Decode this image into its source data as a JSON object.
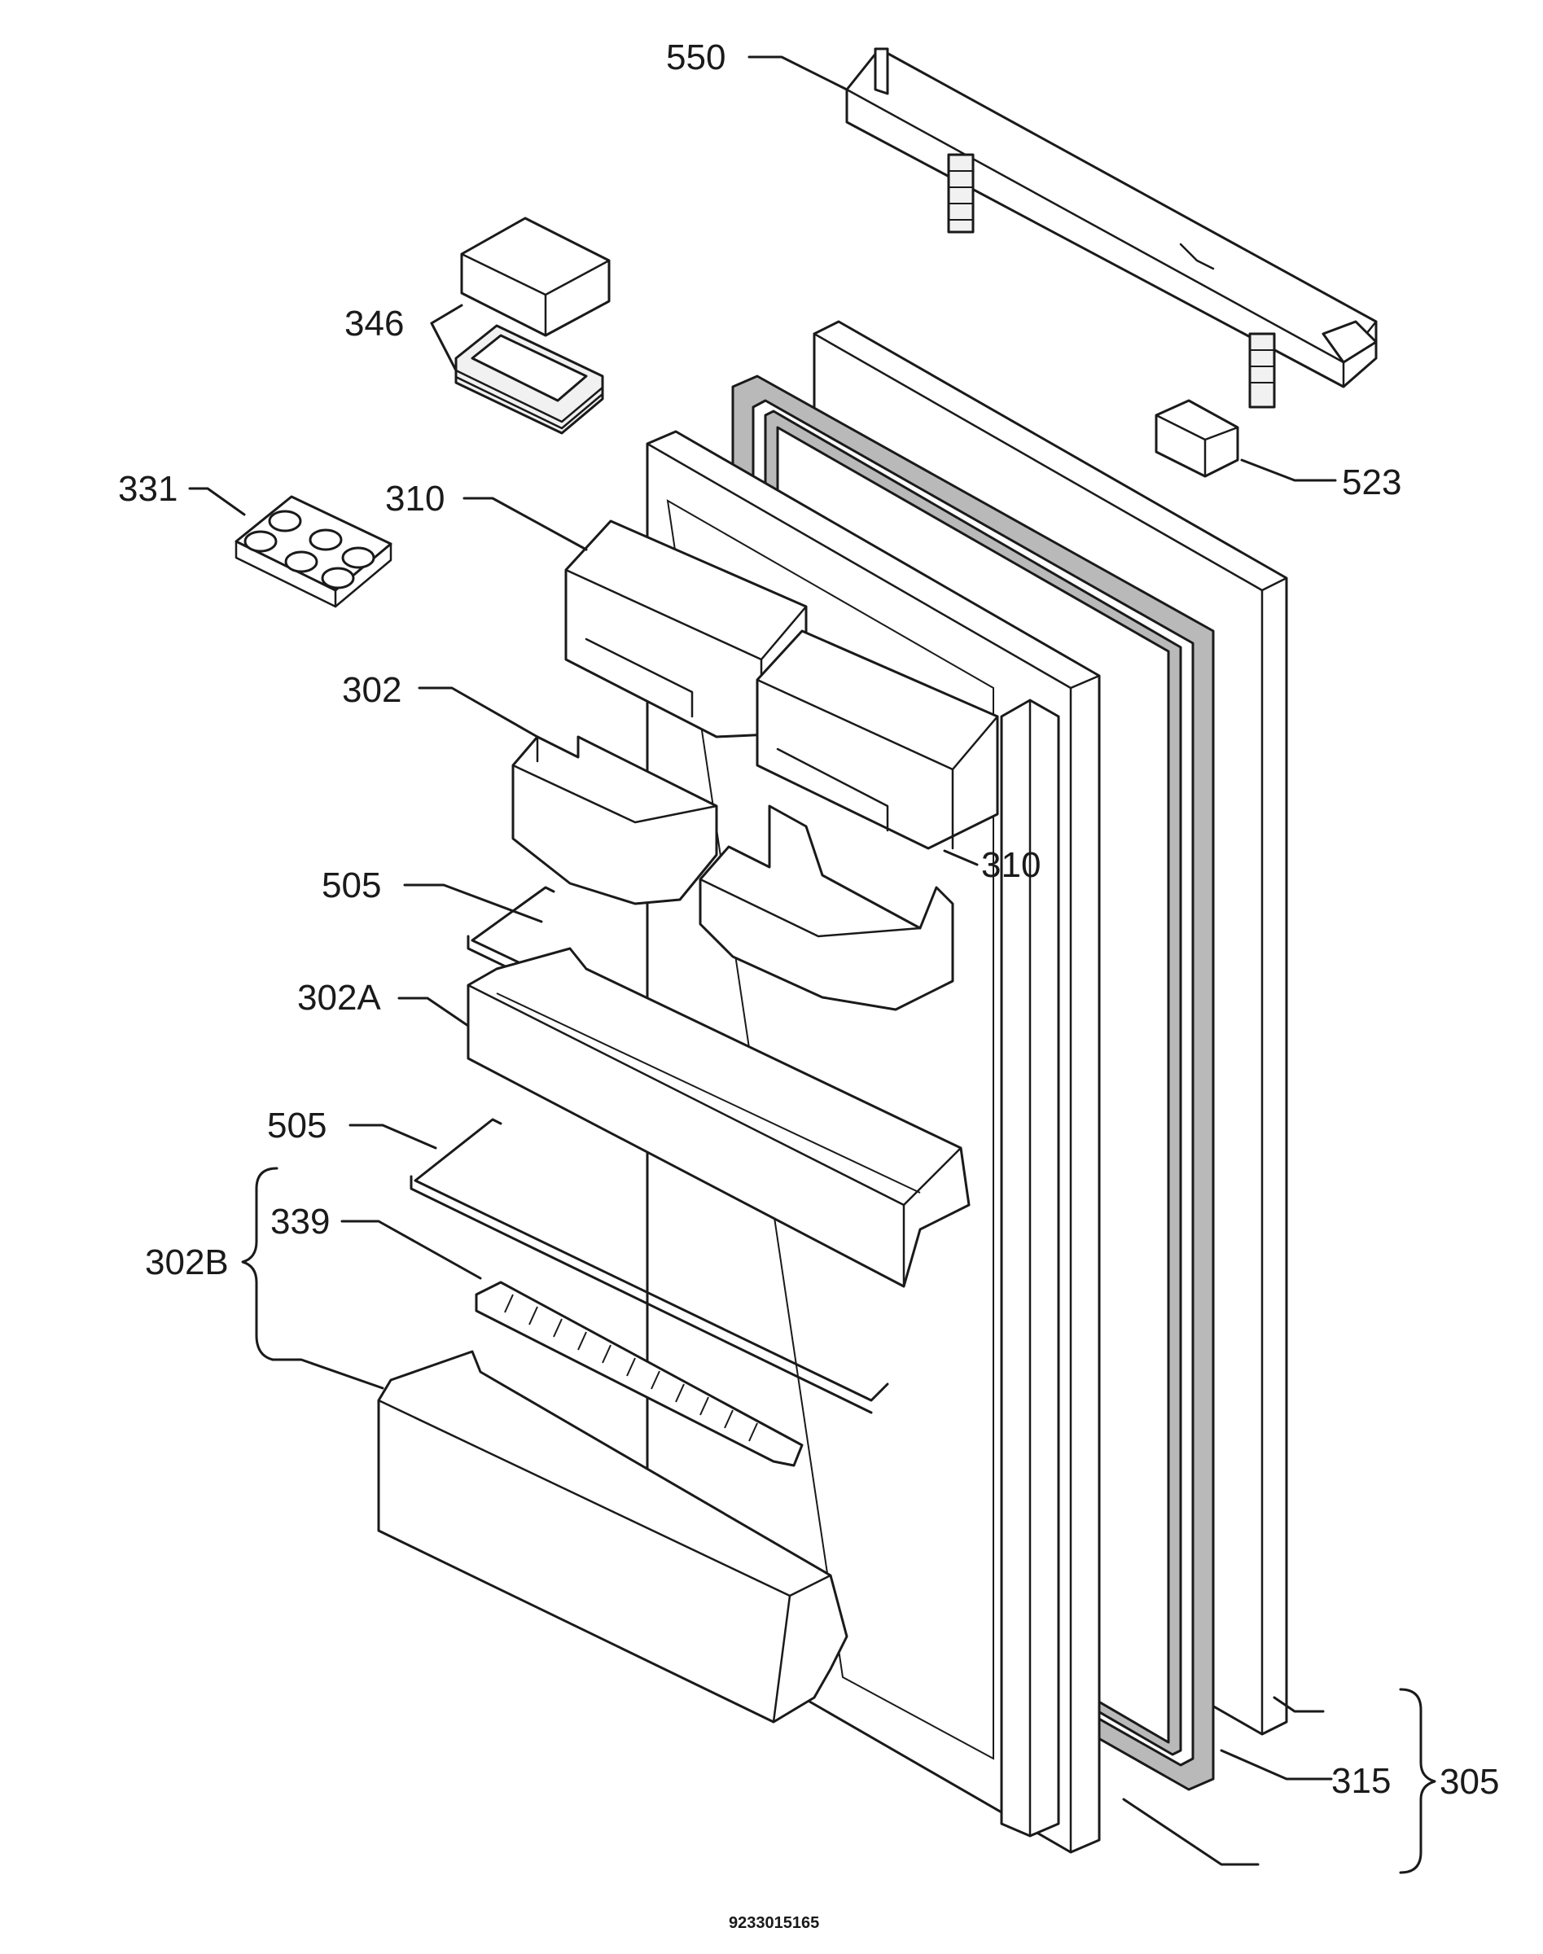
{
  "labels": {
    "l550": "550",
    "l346": "346",
    "l331": "331",
    "l310a": "310",
    "l310b": "310",
    "l523": "523",
    "l302": "302",
    "l505a": "505",
    "l302a": "302A",
    "l505b": "505",
    "l339": "339",
    "l302b": "302B",
    "l315": "315",
    "l305": "305"
  },
  "document_number": "9233015165"
}
